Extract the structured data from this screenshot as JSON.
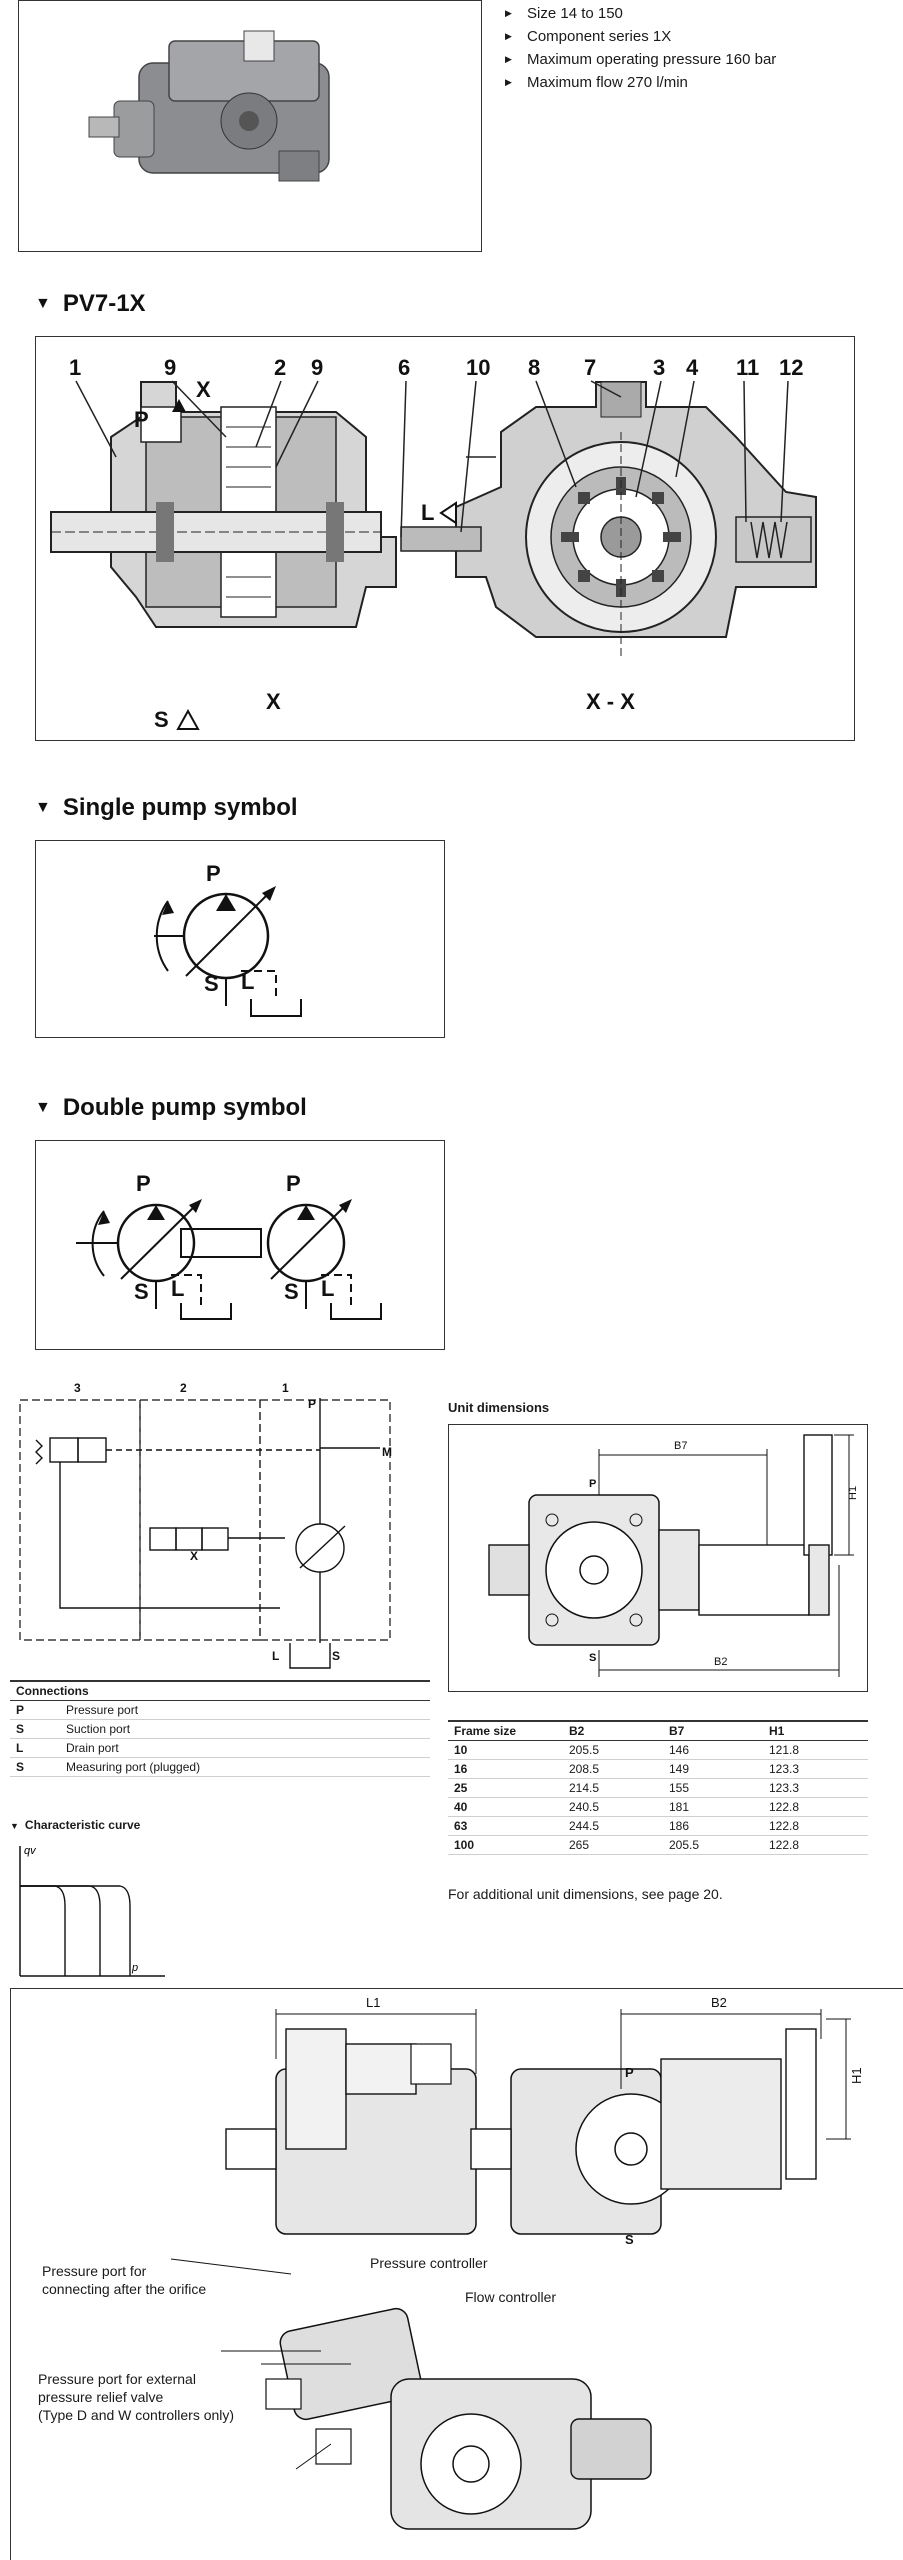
{
  "features": [
    "Size 14 to 150",
    "Component series 1X",
    "Maximum operating pressure 160 bar",
    "Maximum flow 270 l/min"
  ],
  "sections": {
    "pv7": "PV7-1X",
    "single": "Single pump symbol",
    "double": "Double pump symbol"
  },
  "cross_section_labels": [
    "1",
    "9",
    "2",
    "9",
    "6",
    "10",
    "8",
    "7",
    "3",
    "4",
    "11",
    "12"
  ],
  "cross_section_ports": {
    "p": "P",
    "x": "X",
    "s": "S",
    "l": "L",
    "xx": "X - X"
  },
  "symbol_ports": {
    "p": "P",
    "s": "S",
    "l": "L"
  },
  "schematic_labels": {
    "n3": "3",
    "n2": "2",
    "n1": "1",
    "p": "P",
    "m": "M",
    "l": "L",
    "s": "S",
    "x": "X"
  },
  "connections": {
    "title": "Connections",
    "rows": [
      {
        "port": "P",
        "desc": "Pressure port"
      },
      {
        "port": "S",
        "desc": "Suction port"
      },
      {
        "port": "L",
        "desc": "Drain port"
      },
      {
        "port": "S",
        "desc": "Measuring port (plugged)"
      }
    ]
  },
  "curve": {
    "title": "Characteristic curve",
    "y": "qv",
    "x": "p"
  },
  "unit_dimensions": {
    "title": "Unit dimensions",
    "dim_labels": {
      "b7": "B7",
      "b2": "B2",
      "h1": "H1",
      "p": "P",
      "s": "S"
    },
    "headers": [
      "Frame size",
      "B2",
      "B7",
      "H1"
    ],
    "rows": [
      [
        "10",
        "205.5",
        "146",
        "121.8"
      ],
      [
        "16",
        "208.5",
        "149",
        "123.3"
      ],
      [
        "25",
        "214.5",
        "155",
        "123.3"
      ],
      [
        "40",
        "240.5",
        "181",
        "122.8"
      ],
      [
        "63",
        "244.5",
        "186",
        "122.8"
      ],
      [
        "100",
        "265",
        "205.5",
        "122.8"
      ]
    ],
    "note": "For additional unit dimensions, see page 20."
  },
  "bottom": {
    "l1": "L1",
    "b2": "B2",
    "h1": "H1",
    "p": "P",
    "s": "S",
    "callout_orifice": [
      "Pressure port for",
      "connecting after the orifice"
    ],
    "callout_pressure_controller": "Pressure controller",
    "callout_flow_controller": "Flow controller",
    "callout_relief": [
      "Pressure port for external",
      "pressure relief valve",
      "(Type D and W controllers only)"
    ]
  }
}
